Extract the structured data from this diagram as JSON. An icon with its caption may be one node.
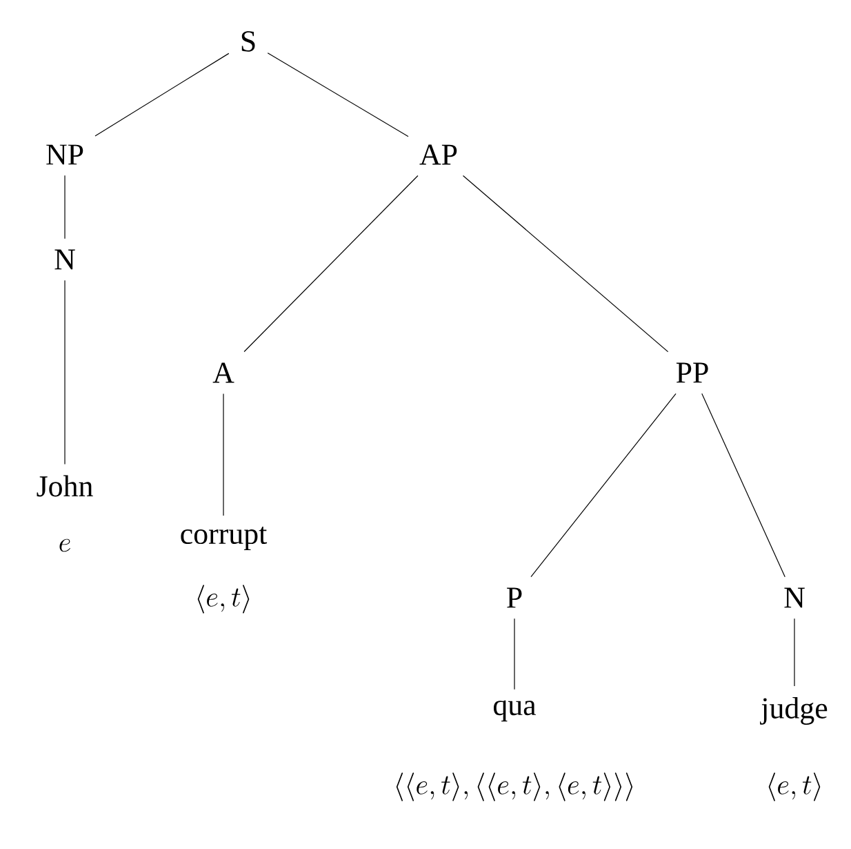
{
  "diagram": {
    "nodes": [
      {
        "text": [
          "S"
        ]
      },
      {
        "text": [
          "NP"
        ]
      },
      {
        "text": [
          "AP"
        ]
      },
      {
        "text": [
          "N"
        ]
      },
      {
        "text": [
          "John"
        ],
        "beside": [
          "e"
        ]
      },
      {
        "text": [
          "A"
        ]
      },
      {
        "text": [
          "PP"
        ]
      },
      {
        "text": [
          "corrupt"
        ],
        "beside": [
          "\\langle e,t\\rangle"
        ]
      },
      {
        "text": [
          "P"
        ]
      },
      {
        "text": [
          "N"
        ]
      },
      {
        "text": [
          "qua"
        ],
        "beside": [
          "\\langle\\langle e,t\\rangle,\\langle\\langle e,t\\rangle,\\langle e,t\\rangle\\rangle\\rangle"
        ]
      },
      {
        "text": [
          "judge"
        ],
        "beside": [
          "\\langle e,t\\rangle"
        ]
      }
    ],
    "edges": [
      {
        "from": 0,
        "to": 1,
        "arrow": "none"
      },
      {
        "from": 0,
        "to": 2,
        "arrow": "none"
      },
      {
        "from": 1,
        "to": 3,
        "arrow": "none"
      },
      {
        "from": 3,
        "to": 4,
        "arrow": "none"
      },
      {
        "from": 2,
        "to": 5,
        "arrow": "none"
      },
      {
        "from": 2,
        "to": 6,
        "arrow": "none"
      },
      {
        "from": 5,
        "to": 7,
        "arrow": "none"
      },
      {
        "from": 6,
        "to": 8,
        "arrow": "none"
      },
      {
        "from": 6,
        "to": 9,
        "arrow": "none"
      },
      {
        "from": 8,
        "to": 10,
        "arrow": "none"
      },
      {
        "from": 9,
        "to": 11,
        "arrow": "none"
      }
    ]
  }
}
